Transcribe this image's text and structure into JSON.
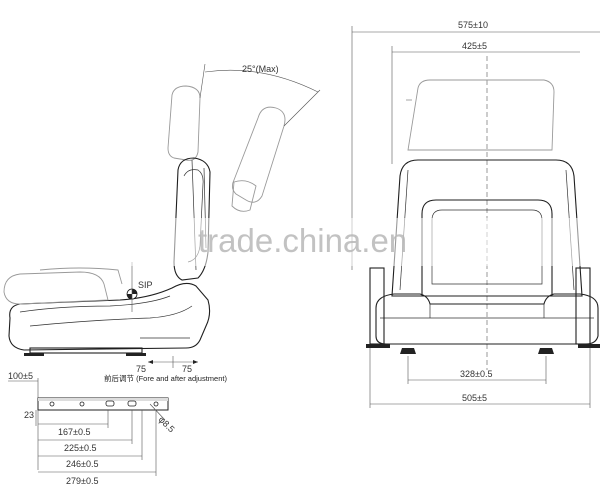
{
  "side_view": {
    "recline_angle": "25°(Max)",
    "sip_label": "SIP",
    "slide_fore": "75",
    "slide_aft": "75",
    "slide_caption": "前后调节 (Fore and after adjustment)"
  },
  "rail_view": {
    "dim_top": "100±5",
    "dim_left": "23",
    "dim_slot": "φ8.5",
    "dim_rows": [
      "167±0.5",
      "225±0.5",
      "246±0.5",
      "279±0.5"
    ]
  },
  "front_view": {
    "overall_width": "575±10",
    "backrest_width": "425±5",
    "mount_spacing": "328±0.5",
    "rail_spacing": "505±5"
  },
  "watermark": "trade.china.en"
}
